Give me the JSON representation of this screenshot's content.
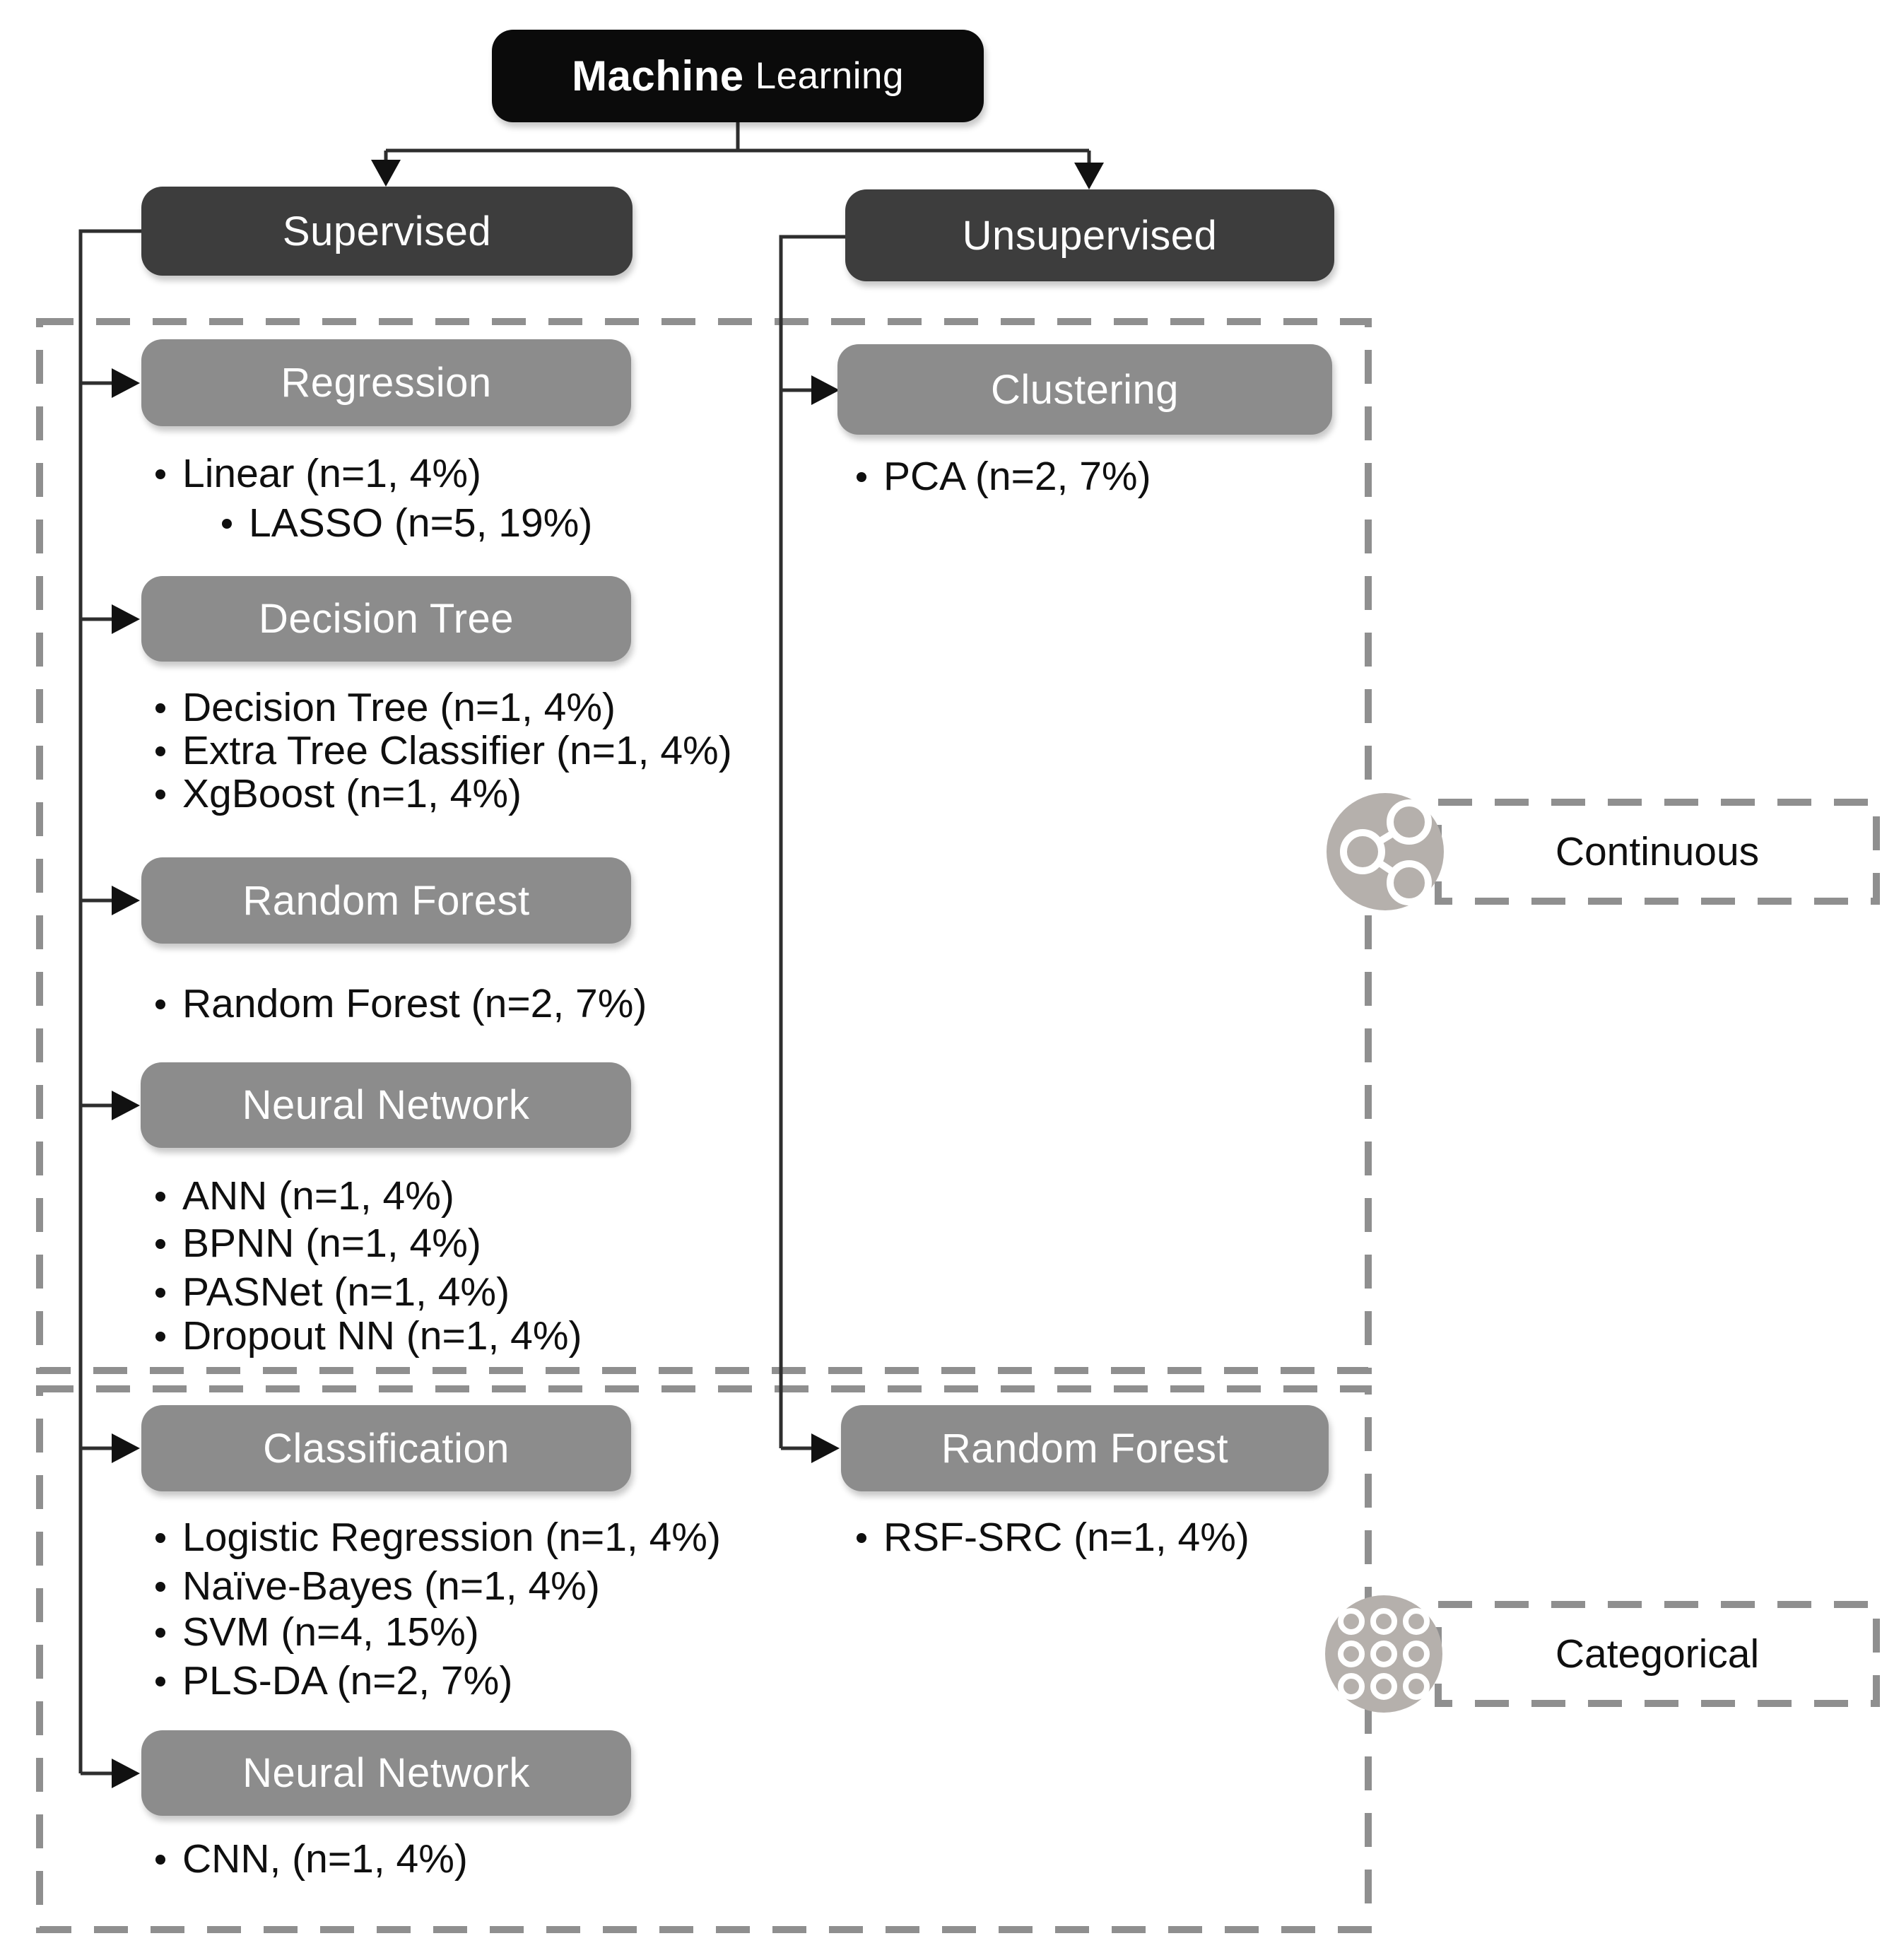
{
  "diagram_title": "Machine Learning",
  "colors": {
    "root_box": "#0b0b0b",
    "branch_box": "#3d3d3d",
    "category_box": "#8c8c8c",
    "icon_circle_fill": "#b5b0ac",
    "dashed_line": "#8f8f8f",
    "connector_line": "#2e2e2e",
    "text_light": "#ffffff",
    "text_dark": "#0f0f0f"
  },
  "nodes": {
    "machine_learning": {
      "word1": "Machine",
      "word2": "Learning"
    },
    "supervised": {
      "label": "Supervised"
    },
    "unsupervised": {
      "label": "Unsupervised"
    },
    "regression": {
      "label": "Regression"
    },
    "decision_tree": {
      "label": "Decision Tree"
    },
    "random_forest_supervised": {
      "label": "Random Forest"
    },
    "neural_network_supervised": {
      "label": "Neural Network"
    },
    "classification": {
      "label": "Classification"
    },
    "neural_network_classification": {
      "label": "Neural Network"
    },
    "clustering": {
      "label": "Clustering"
    },
    "random_forest_unsupervised": {
      "label": "Random Forest"
    }
  },
  "bullets": {
    "regression": [
      "Linear (n=1, 4%)",
      "LASSO (n=5, 19%)"
    ],
    "decision_tree": [
      "Decision Tree (n=1, 4%)",
      "Extra Tree Classifier (n=1, 4%)",
      "XgBoost (n=1, 4%)"
    ],
    "random_forest_supervised": [
      "Random Forest (n=2, 7%)"
    ],
    "neural_network_supervised": [
      "ANN (n=1, 4%)",
      "BPNN (n=1, 4%)",
      "PASNet (n=1, 4%)",
      "Dropout NN (n=1, 4%)"
    ],
    "classification": [
      "Logistic Regression (n=1, 4%)",
      "Naïve-Bayes (n=1, 4%)",
      "SVM (n=4, 15%)",
      "PLS-DA (n=2, 7%)"
    ],
    "neural_network_classification": [
      "CNN, (n=1, 4%)"
    ],
    "clustering": [
      "PCA (n=2, 7%)"
    ],
    "random_forest_unsupervised": [
      "RSF-SRC (n=1, 4%)"
    ]
  },
  "legend": {
    "continuous": {
      "label": "Continuous",
      "icon": "network-share-icon"
    },
    "categorical": {
      "label": "Categorical",
      "icon": "dot-grid-icon"
    }
  }
}
